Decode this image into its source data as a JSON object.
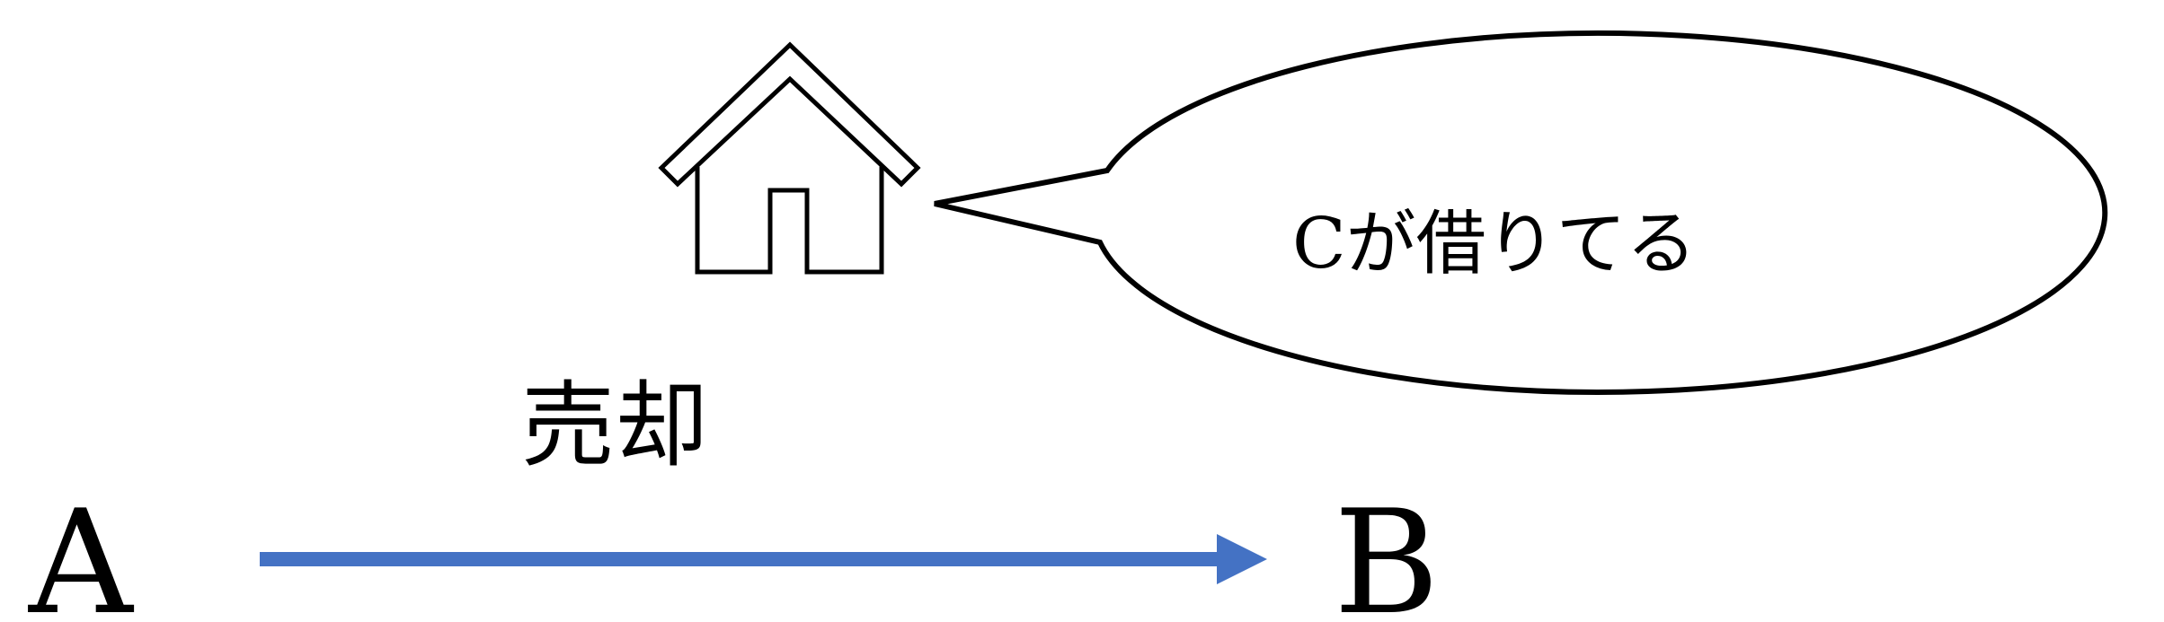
{
  "nodes": {
    "a_label": "A",
    "b_label": "B"
  },
  "arrow": {
    "label": "売却",
    "color": "#4472C4"
  },
  "speech_bubble": {
    "text": "Cが借りてる"
  },
  "icons": {
    "property": "house-icon"
  },
  "colors": {
    "stroke": "#000000",
    "background": "#ffffff"
  }
}
